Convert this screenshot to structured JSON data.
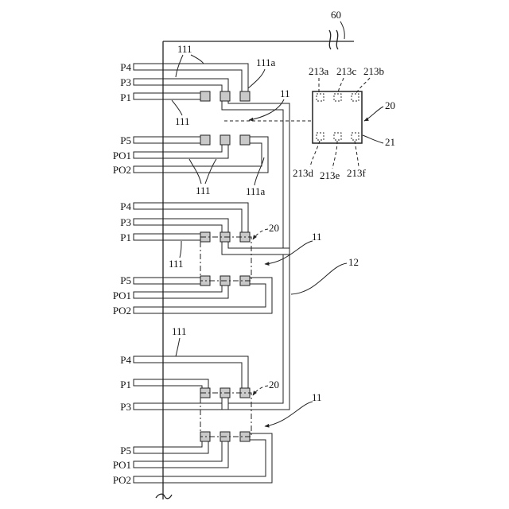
{
  "figure": {
    "ref_60": "60",
    "ref_12": "12",
    "chip": {
      "ref_20": "20",
      "ref_21": "21",
      "terminals_top": [
        "213a",
        "213c",
        "213b"
      ],
      "terminals_bottom": [
        "213d",
        "213e",
        "213f"
      ]
    },
    "section_1": {
      "leads_top": [
        "P4",
        "P3",
        "P1"
      ],
      "leads_bottom": [
        "P5",
        "PO1",
        "PO2"
      ],
      "lead_refs": [
        "111",
        "111",
        "111"
      ],
      "pad_refs": [
        "111a",
        "111a"
      ],
      "wire_ref": "11"
    },
    "section_2": {
      "leads_top": [
        "P4",
        "P3",
        "P1"
      ],
      "leads_bottom": [
        "P5",
        "PO1",
        "PO2"
      ],
      "lead_ref": "111",
      "package_ref": "20",
      "wire_ref": "11"
    },
    "section_3": {
      "leads_top": [
        "P4",
        "P1",
        "P3"
      ],
      "leads_bottom": [
        "P5",
        "PO1",
        "PO2"
      ],
      "lead_ref": "111",
      "package_ref": "20",
      "wire_ref": "11"
    }
  }
}
